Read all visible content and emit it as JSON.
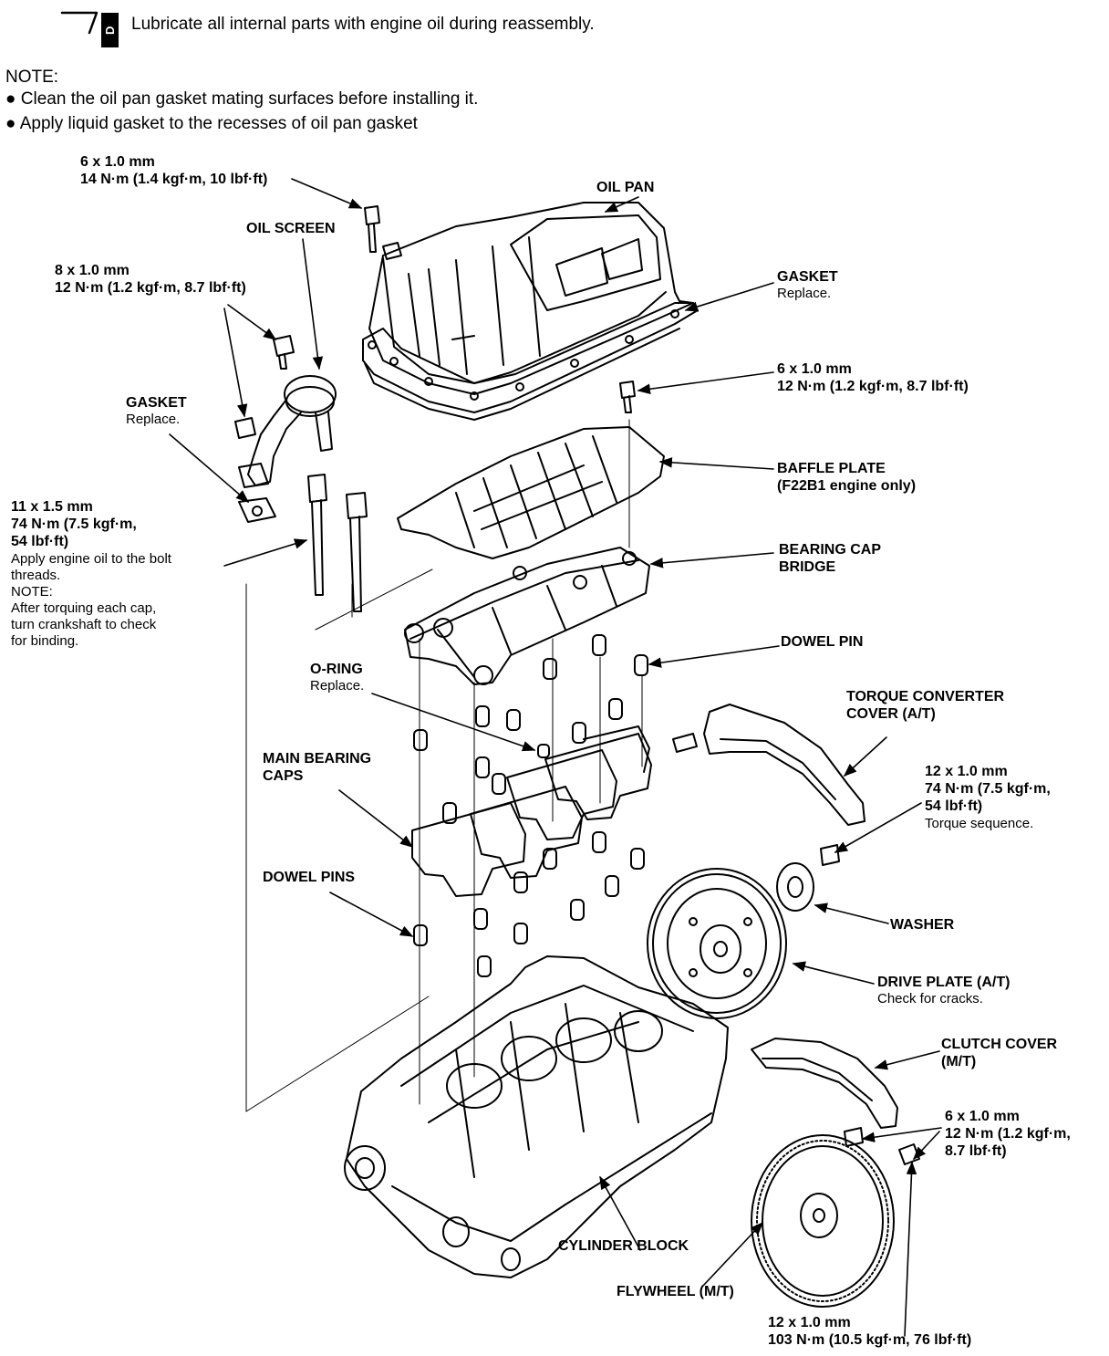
{
  "header": {
    "icon_letter": "D",
    "lubricate": "Lubricate all internal parts with engine oil during reassembly.",
    "note_title": "NOTE:",
    "notes": [
      "Clean the oil pan gasket mating surfaces before installing it.",
      "Apply liquid gasket to the recesses of oil pan gasket"
    ]
  },
  "labels": {
    "bolt_top": {
      "size": "6 x 1.0 mm",
      "torque": "14 N·m (1.4 kgf·m, 10 lbf·ft)"
    },
    "oil_pan": "OIL PAN",
    "oil_screen": "OIL SCREEN",
    "bolt_screen": {
      "size": "8 x 1.0 mm",
      "torque": "12 N·m (1.2 kgf·m, 8.7 lbf·ft)"
    },
    "gasket_right": {
      "name": "GASKET",
      "note": "Replace."
    },
    "bolt_baffle": {
      "size": "6 x 1.0 mm",
      "torque": "12 N·m (1.2 kgf·m, 8.7 lbf·ft)"
    },
    "gasket_left": {
      "name": "GASKET",
      "note": "Replace."
    },
    "baffle_plate": {
      "name": "BAFFLE PLATE",
      "note": "(F22B1 engine only)"
    },
    "main_bolt": {
      "size": "11 x 1.5 mm",
      "torque1": "74 N·m (7.5 kgf·m,",
      "torque2": "54 lbf·ft)",
      "apply1": "Apply engine oil to the bolt",
      "apply2": "threads.",
      "note_title": "NOTE:",
      "note1": "After torquing each cap,",
      "note2": "turn crankshaft to check",
      "note3": "for binding."
    },
    "bearing_cap_bridge": {
      "line1": "BEARING CAP",
      "line2": "BRIDGE"
    },
    "dowel_pin": "DOWEL PIN",
    "o_ring": {
      "name": "O-RING",
      "note": "Replace."
    },
    "torque_converter_cover": {
      "line1": "TORQUE CONVERTER",
      "line2": "COVER (A/T)"
    },
    "main_bearing_caps": {
      "line1": "MAIN BEARING",
      "line2": "CAPS"
    },
    "bolt_driveplate": {
      "size": "12 x 1.0 mm",
      "torque1": "74 N·m (7.5 kgf·m,",
      "torque2": "54 lbf·ft)",
      "note": "Torque sequence."
    },
    "dowel_pins": "DOWEL PINS",
    "washer": "WASHER",
    "drive_plate": {
      "name": "DRIVE PLATE (A/T)",
      "note": "Check for cracks."
    },
    "clutch_cover": {
      "line1": "CLUTCH COVER",
      "line2": "(M/T)"
    },
    "bolt_clutch": {
      "size": "6 x 1.0 mm",
      "torque1": "12 N·m (1.2 kgf·m,",
      "torque2": "8.7 lbf·ft)"
    },
    "cylinder_block": "CYLINDER BLOCK",
    "flywheel": "FLYWHEEL (M/T)",
    "bolt_flywheel": {
      "size": "12 x 1.0 mm",
      "torque": "103 N·m (10.5 kgf·m, 76 lbf·ft)"
    }
  }
}
